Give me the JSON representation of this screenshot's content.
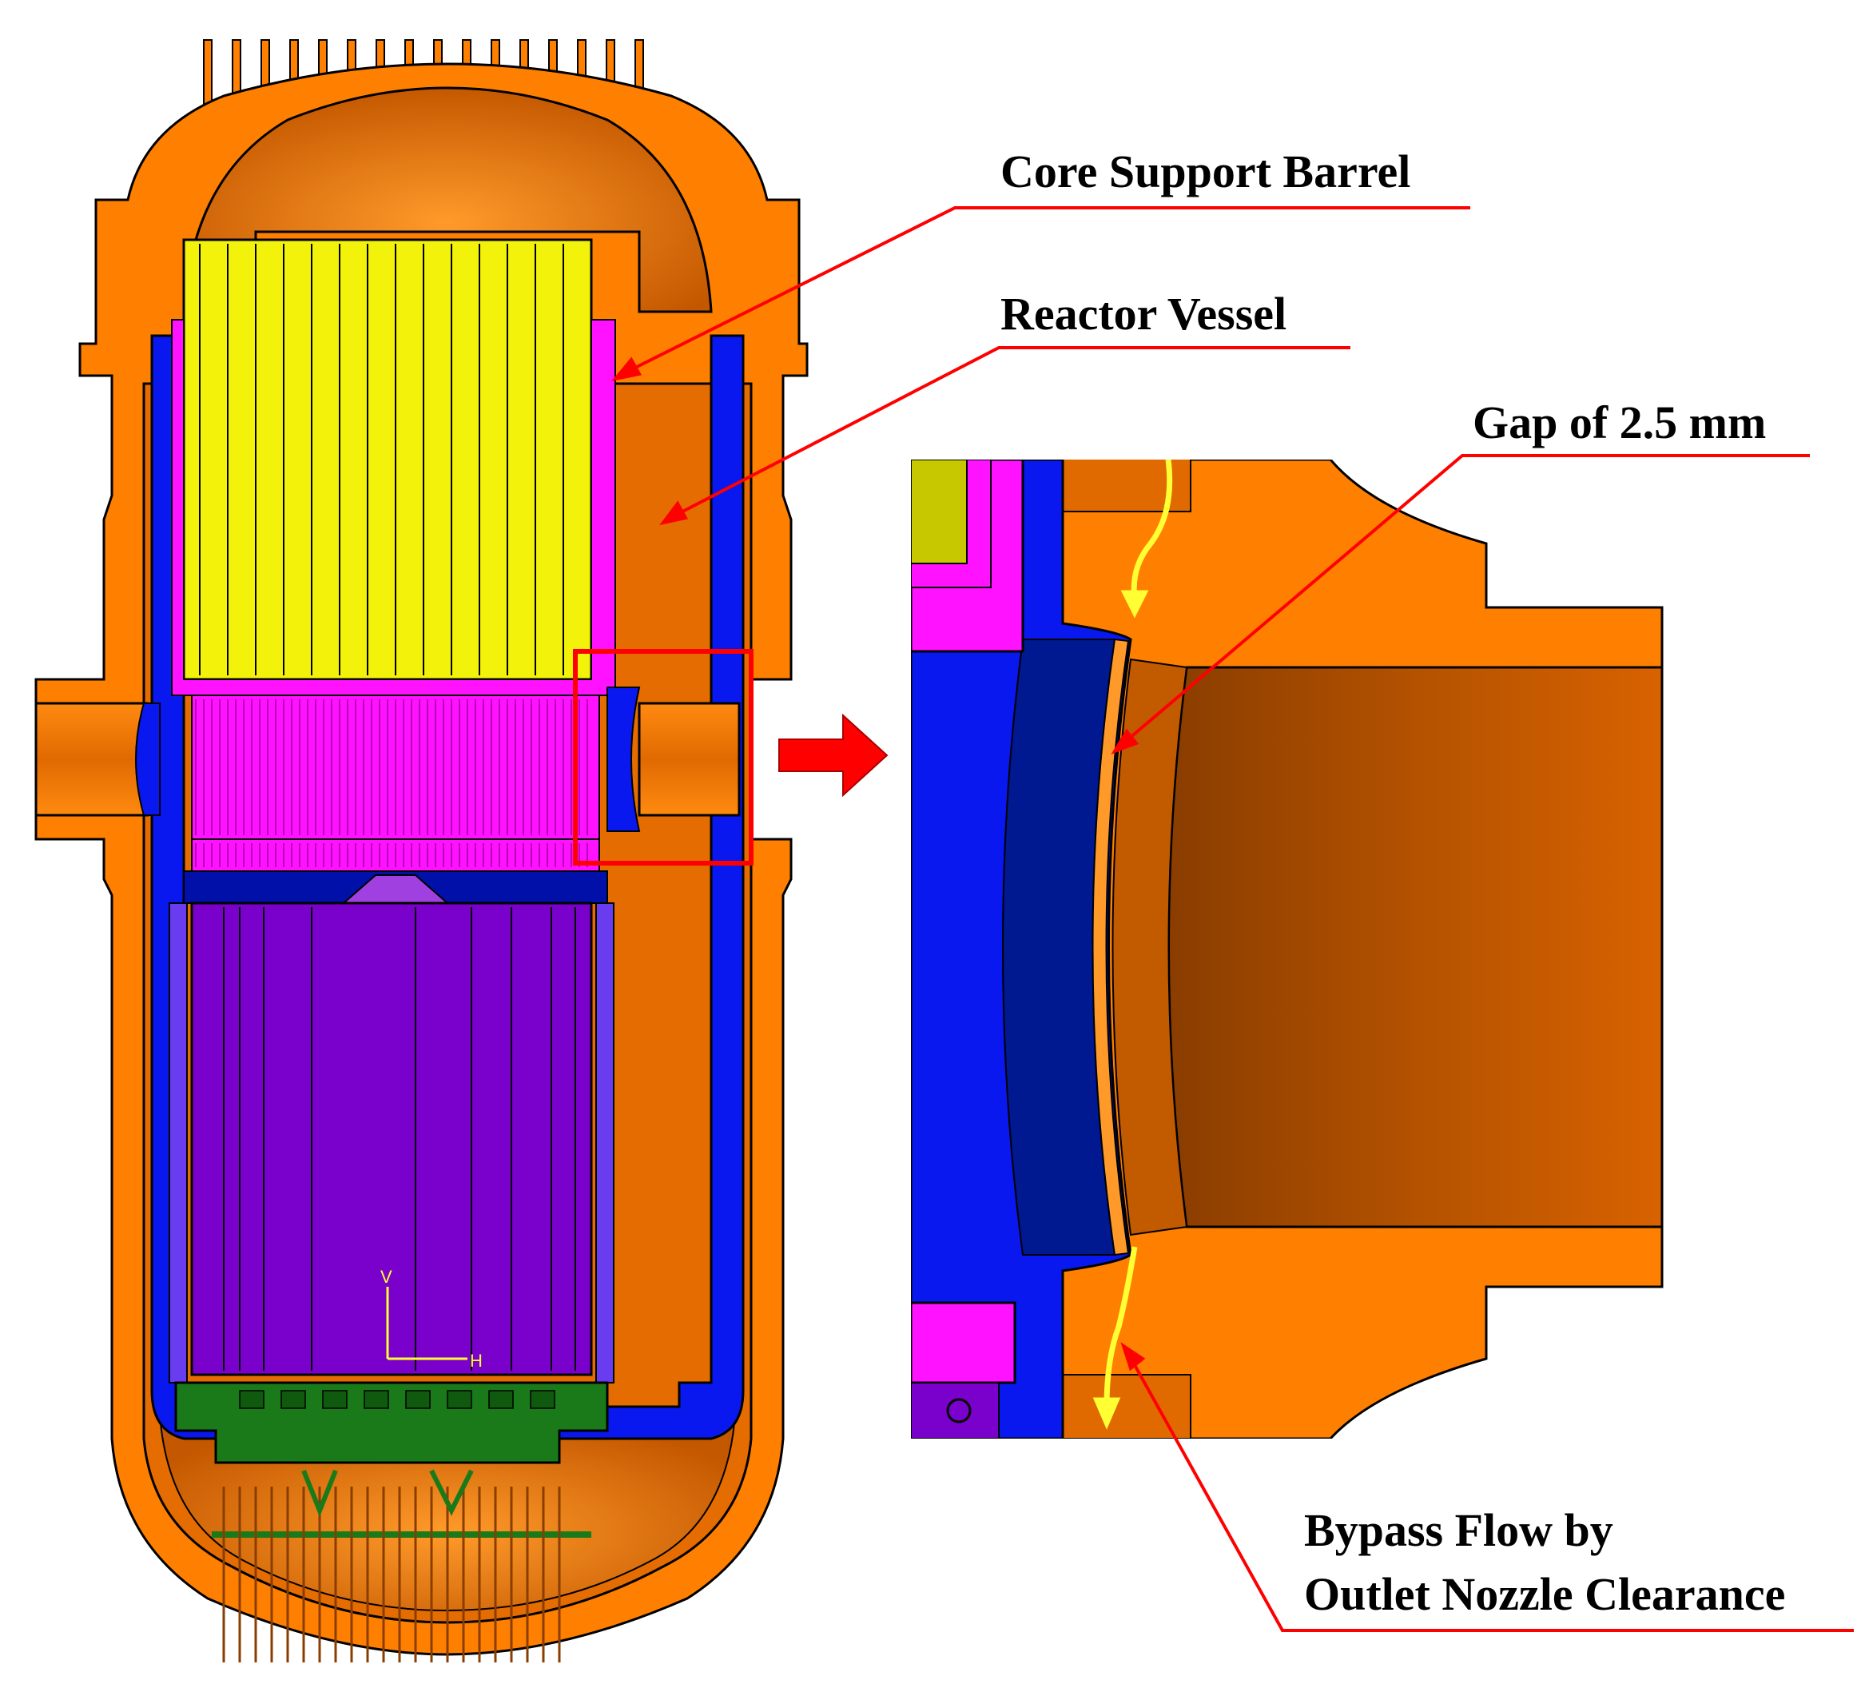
{
  "labels": {
    "core_support_barrel": "Core Support Barrel",
    "reactor_vessel": "Reactor Vessel",
    "gap": "Gap of 2.5 mm",
    "bypass_line1": "Bypass Flow by",
    "bypass_line2": "Outlet Nozzle Clearance",
    "axis_v": "V",
    "axis_h": "H"
  },
  "colors": {
    "vessel": "#ff7f00",
    "vessel_dark": "#b35200",
    "vessel_deep": "#8a3d00",
    "barrel": "#0a18f0",
    "barrel_dark": "#001890",
    "fuel_top": "#f2f20a",
    "plate": "#ff12ff",
    "lower_core": "#7a00cc",
    "lower_support": "#1a7a1a",
    "callout_line": "#ff0000",
    "flow_arrow": "#ffff33",
    "outline": "#000000"
  }
}
